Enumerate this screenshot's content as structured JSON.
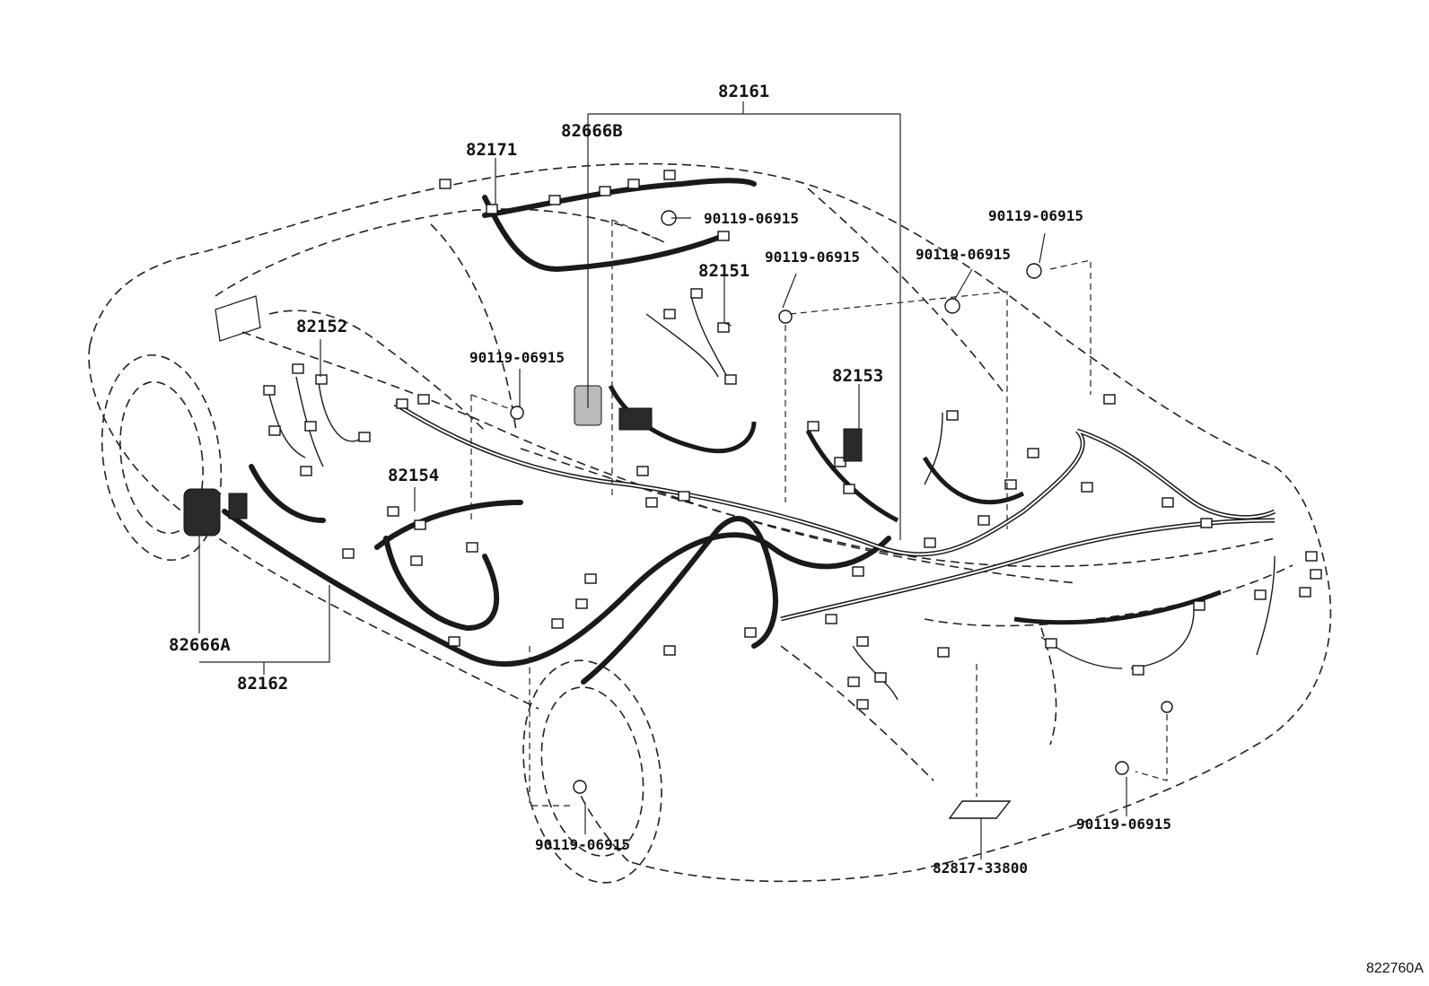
{
  "diagram_code": "822760A",
  "parts": [
    {
      "key": "p82161",
      "label": "82161"
    },
    {
      "key": "p82666b",
      "label": "82666B"
    },
    {
      "key": "p82171",
      "label": "82171"
    },
    {
      "key": "p82151",
      "label": "82151"
    },
    {
      "key": "p82152",
      "label": "82152"
    },
    {
      "key": "p82153",
      "label": "82153"
    },
    {
      "key": "p82154",
      "label": "82154"
    },
    {
      "key": "p82666a",
      "label": "82666A"
    },
    {
      "key": "p82162",
      "label": "82162"
    },
    {
      "key": "p82817",
      "label": "82817-33800"
    }
  ],
  "bolts": [
    {
      "key": "b1",
      "label": "90119-06915"
    },
    {
      "key": "b2",
      "label": "90119-06915"
    },
    {
      "key": "b3",
      "label": "90119-06915"
    },
    {
      "key": "b4",
      "label": "90119-06915"
    },
    {
      "key": "b5",
      "label": "90119-06915"
    },
    {
      "key": "b6",
      "label": "90119-06915"
    },
    {
      "key": "b7",
      "label": "90119-06915"
    }
  ]
}
